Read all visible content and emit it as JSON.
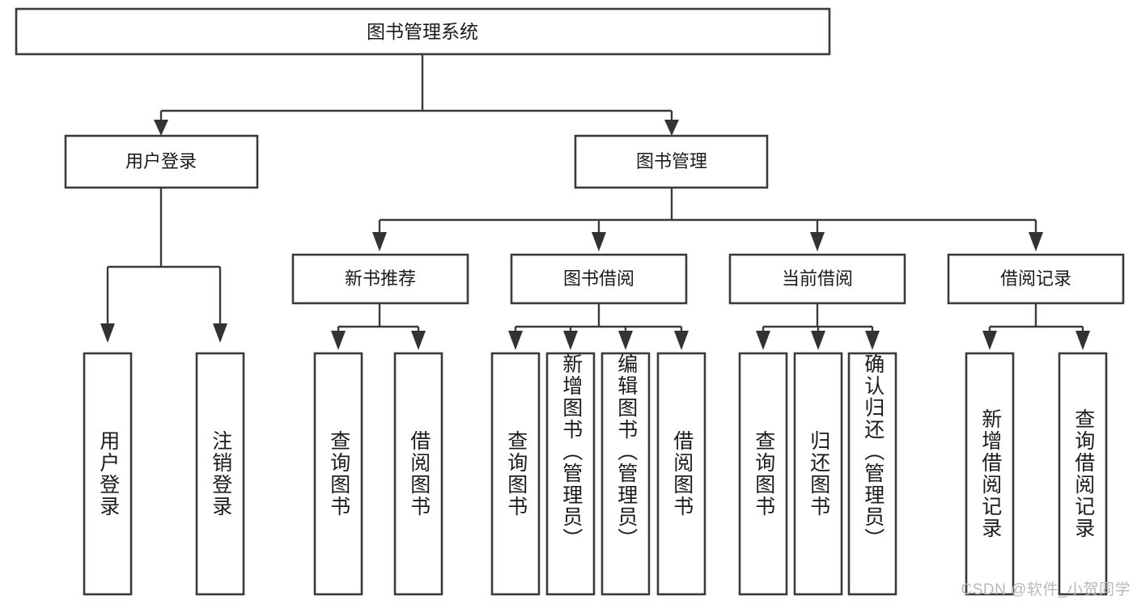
{
  "diagram": {
    "title": "图书管理系统",
    "watermark": "CSDN @软件_小贺同学",
    "levels": {
      "root": {
        "label": "图书管理系统"
      },
      "level2": [
        {
          "id": "user-login",
          "label": "用户登录"
        },
        {
          "id": "book-management",
          "label": "图书管理"
        }
      ],
      "level3": [
        {
          "id": "new-book-recommend",
          "label": "新书推荐"
        },
        {
          "id": "book-borrow",
          "label": "图书借阅"
        },
        {
          "id": "current-borrow",
          "label": "当前借阅"
        },
        {
          "id": "borrow-record",
          "label": "借阅记录"
        }
      ],
      "leaves": {
        "user_login": [
          {
            "id": "leaf-user-login",
            "label": "用户登录"
          },
          {
            "id": "leaf-logout-login",
            "label": "注销登录"
          }
        ],
        "new_book_recommend": [
          {
            "id": "leaf-query-book-1",
            "label": "查询图书"
          },
          {
            "id": "leaf-borrow-book-1",
            "label": "借阅图书"
          }
        ],
        "book_borrow": [
          {
            "id": "leaf-query-book-2",
            "label": "查询图书"
          },
          {
            "id": "leaf-add-book",
            "label": "新增图书（管理员）"
          },
          {
            "id": "leaf-edit-book",
            "label": "编辑图书（管理员）"
          },
          {
            "id": "leaf-borrow-book-2",
            "label": "借阅图书"
          }
        ],
        "current_borrow": [
          {
            "id": "leaf-query-book-3",
            "label": "查询图书"
          },
          {
            "id": "leaf-return-book",
            "label": "归还图书"
          },
          {
            "id": "leaf-confirm-return",
            "label": "确认归还（管理员）"
          }
        ],
        "borrow_record": [
          {
            "id": "leaf-add-borrow-record",
            "label": "新增借阅记录"
          },
          {
            "id": "leaf-query-borrow-record",
            "label": "查询借阅记录"
          }
        ]
      }
    },
    "colors": {
      "box_stroke": "#3a3a3a",
      "connector": "#3a3a3a",
      "text": "#1b1b1b",
      "background": "#ffffff",
      "watermark": "#b9b9b9"
    }
  },
  "chart_data": {
    "type": "diagram",
    "title": "图书管理系统",
    "structure": "tree",
    "nodes": [
      {
        "id": "root",
        "label": "图书管理系统",
        "level": 0,
        "parent": null
      },
      {
        "id": "user-login",
        "label": "用户登录",
        "level": 1,
        "parent": "root"
      },
      {
        "id": "book-management",
        "label": "图书管理",
        "level": 1,
        "parent": "root"
      },
      {
        "id": "leaf-user-login",
        "label": "用户登录",
        "level": 2,
        "parent": "user-login"
      },
      {
        "id": "leaf-logout-login",
        "label": "注销登录",
        "level": 2,
        "parent": "user-login"
      },
      {
        "id": "new-book-recommend",
        "label": "新书推荐",
        "level": 2,
        "parent": "book-management"
      },
      {
        "id": "book-borrow",
        "label": "图书借阅",
        "level": 2,
        "parent": "book-management"
      },
      {
        "id": "current-borrow",
        "label": "当前借阅",
        "level": 2,
        "parent": "book-management"
      },
      {
        "id": "borrow-record",
        "label": "借阅记录",
        "level": 2,
        "parent": "book-management"
      },
      {
        "id": "leaf-query-book-1",
        "label": "查询图书",
        "level": 3,
        "parent": "new-book-recommend"
      },
      {
        "id": "leaf-borrow-book-1",
        "label": "借阅图书",
        "level": 3,
        "parent": "new-book-recommend"
      },
      {
        "id": "leaf-query-book-2",
        "label": "查询图书",
        "level": 3,
        "parent": "book-borrow"
      },
      {
        "id": "leaf-add-book",
        "label": "新增图书（管理员）",
        "level": 3,
        "parent": "book-borrow"
      },
      {
        "id": "leaf-edit-book",
        "label": "编辑图书（管理员）",
        "level": 3,
        "parent": "book-borrow"
      },
      {
        "id": "leaf-borrow-book-2",
        "label": "借阅图书",
        "level": 3,
        "parent": "book-borrow"
      },
      {
        "id": "leaf-query-book-3",
        "label": "查询图书",
        "level": 3,
        "parent": "current-borrow"
      },
      {
        "id": "leaf-return-book",
        "label": "归还图书",
        "level": 3,
        "parent": "current-borrow"
      },
      {
        "id": "leaf-confirm-return",
        "label": "确认归还（管理员）",
        "level": 3,
        "parent": "current-borrow"
      },
      {
        "id": "leaf-add-borrow-record",
        "label": "新增借阅记录",
        "level": 3,
        "parent": "borrow-record"
      },
      {
        "id": "leaf-query-borrow-record",
        "label": "查询借阅记录",
        "level": 3,
        "parent": "borrow-record"
      }
    ]
  }
}
